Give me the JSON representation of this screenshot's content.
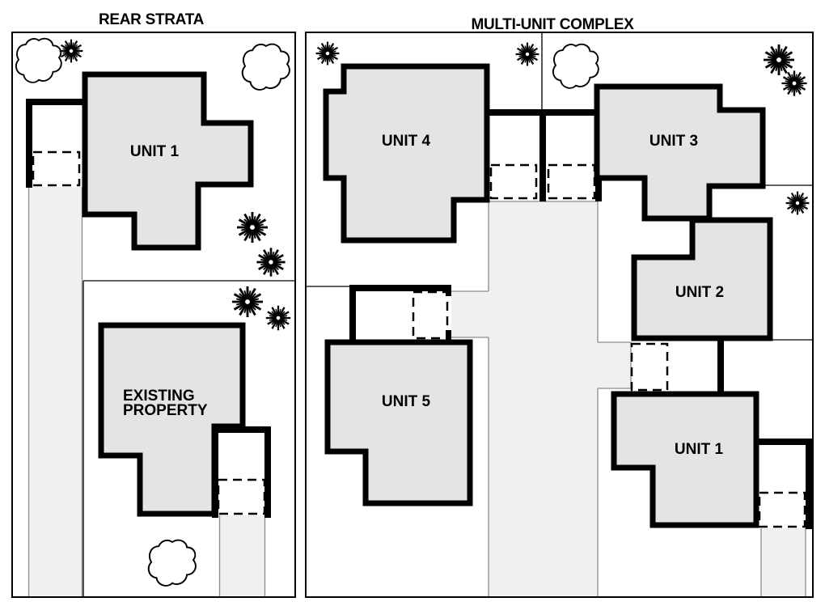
{
  "colors": {
    "building_fill": "#e4e4e4",
    "driveway_fill": "#f0f0f0",
    "outline": "#000000",
    "lot_line": "#2b2b2b",
    "driveway_edge": "#8a8a8a"
  },
  "left_panel": {
    "title": "REAR STRATA",
    "labels": {
      "unit1": "UNIT 1",
      "existing_line1": "EXISTING",
      "existing_line2": "PROPERTY"
    }
  },
  "right_panel": {
    "title": "MULTI-UNIT COMPLEX",
    "labels": {
      "unit1": "UNIT 1",
      "unit2": "UNIT 2",
      "unit3": "UNIT 3",
      "unit4": "UNIT 4",
      "unit5": "UNIT 5"
    }
  },
  "icons": {
    "spiky_tree": "deciduous-tree-icon",
    "round_tree": "tree-canopy-icon",
    "parking_bay": "parking-space-outline",
    "driveway": "driveway-surface"
  }
}
